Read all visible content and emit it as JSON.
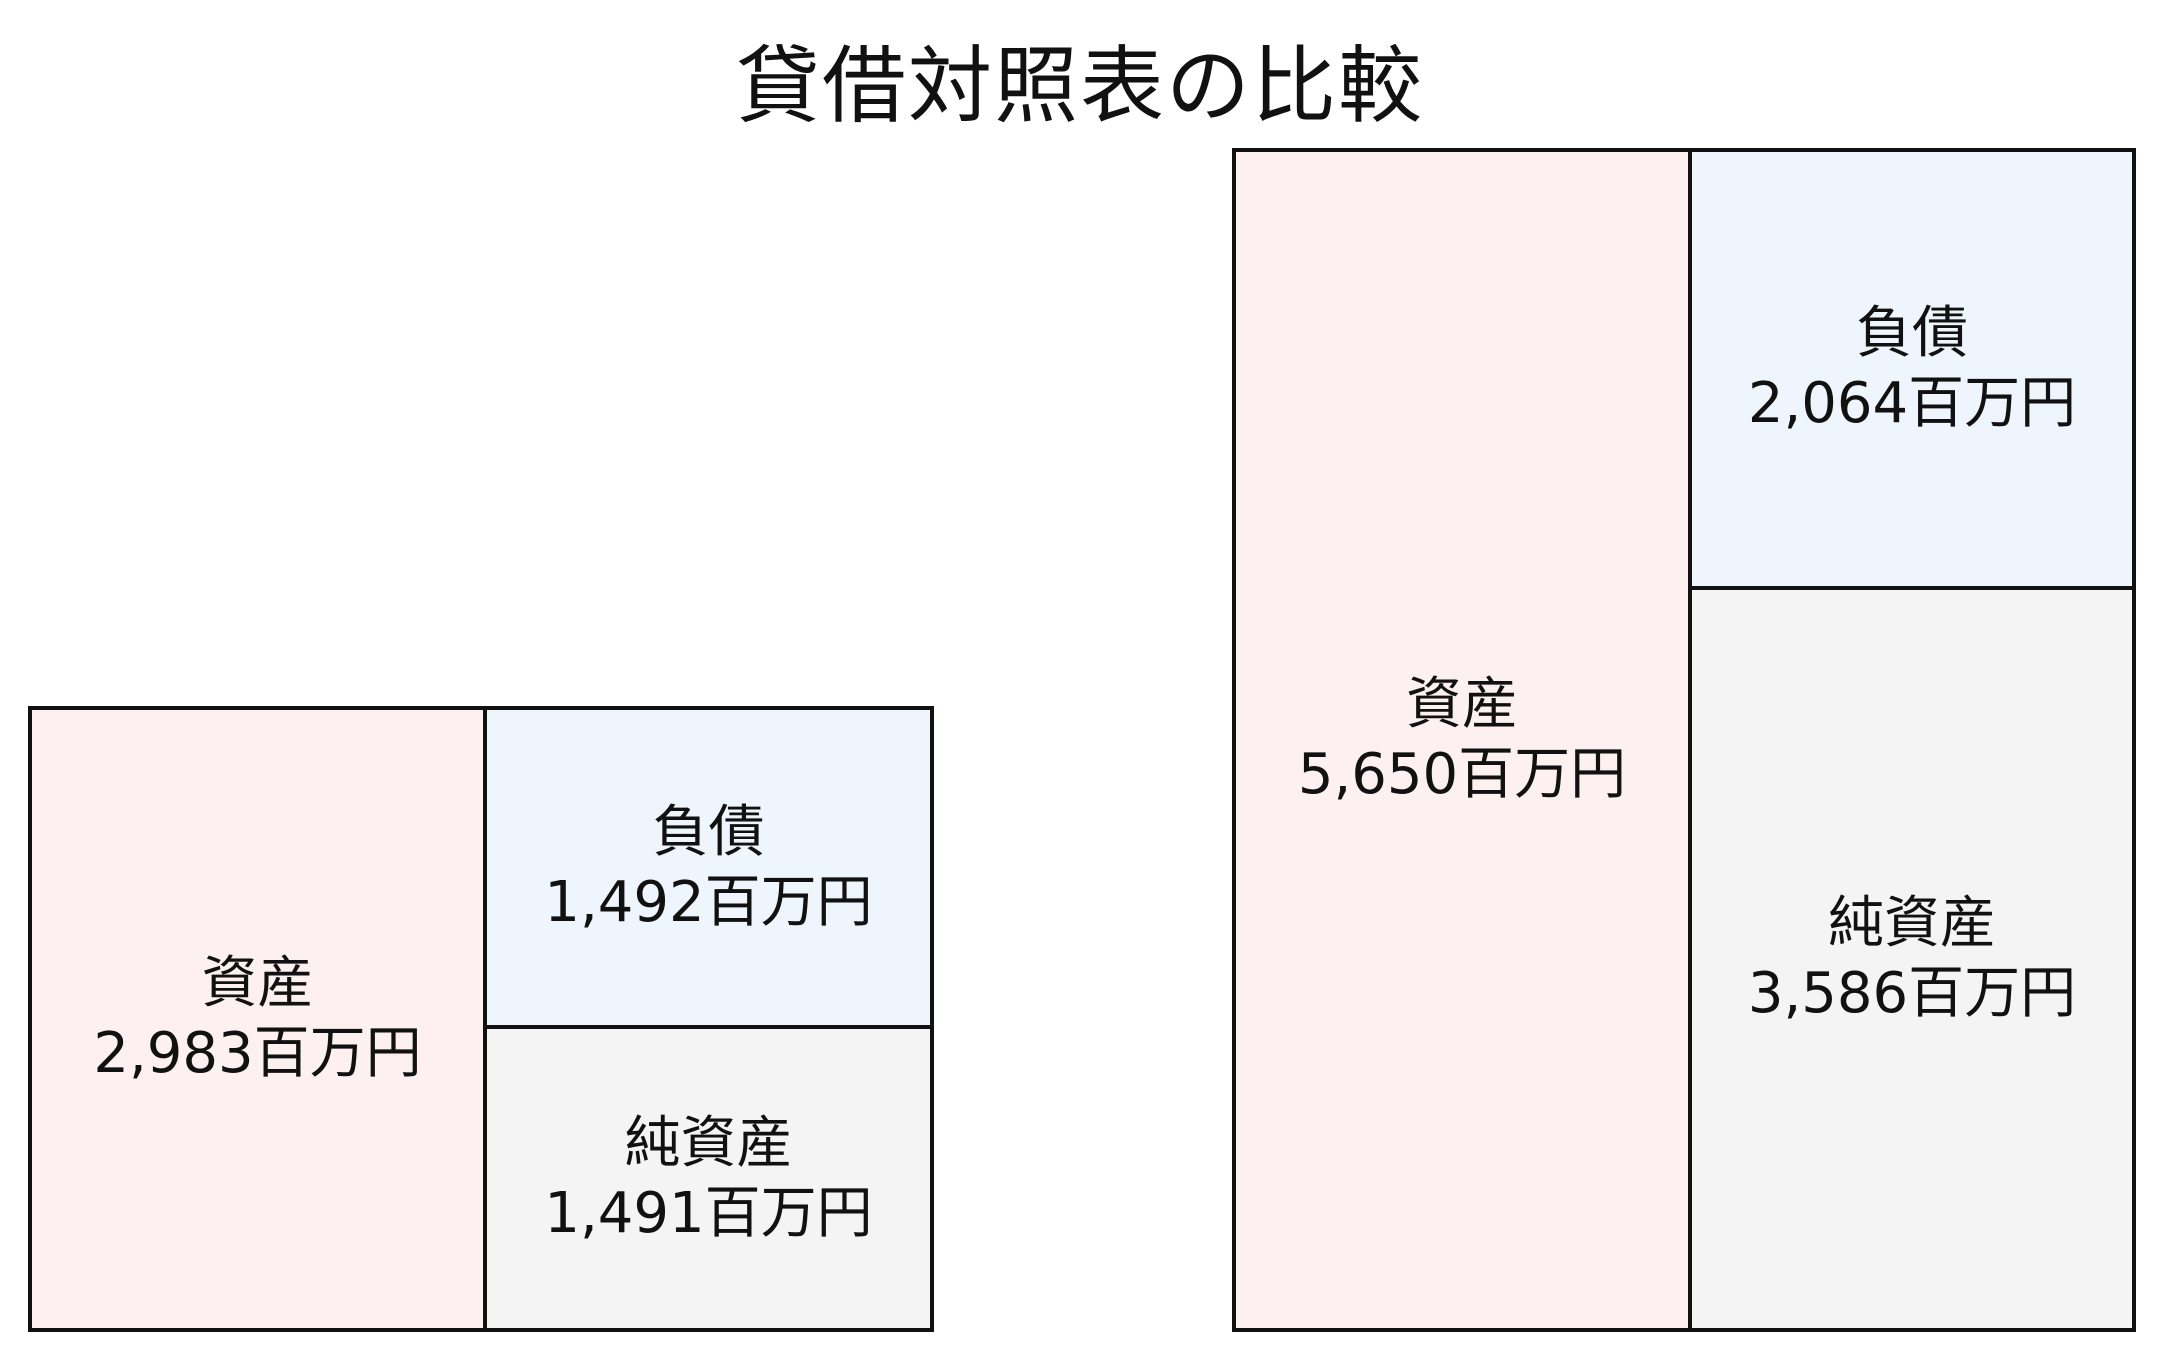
{
  "title": "貸借対照表の比較",
  "unit": "百万円",
  "colors": {
    "asset": "#fdf0f0",
    "liability": "#eef5fc",
    "equity": "#f4f4f4",
    "border": "#111111"
  },
  "sheets": [
    {
      "asset": {
        "label": "資産",
        "value_text": "2,983百万円",
        "value": 2983
      },
      "liability": {
        "label": "負債",
        "value_text": "1,492百万円",
        "value": 1492
      },
      "equity": {
        "label": "純資産",
        "value_text": "1,491百万円",
        "value": 1491
      }
    },
    {
      "asset": {
        "label": "資産",
        "value_text": "5,650百万円",
        "value": 5650
      },
      "liability": {
        "label": "負債",
        "value_text": "2,064百万円",
        "value": 2064
      },
      "equity": {
        "label": "純資産",
        "value_text": "3,586百万円",
        "value": 3586
      }
    }
  ]
}
